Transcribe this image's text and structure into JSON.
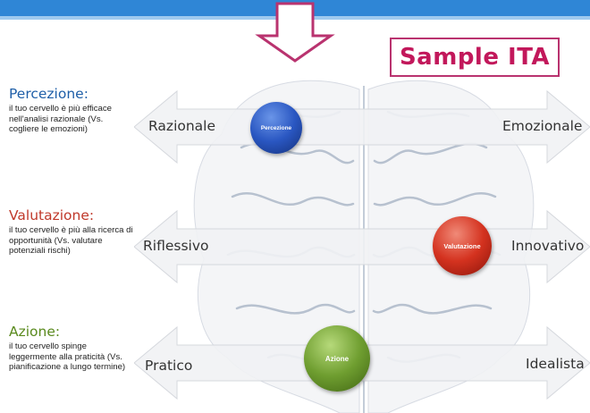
{
  "header": {
    "tag_label": "Sample ITA",
    "colors": {
      "bar": "#2f86d6",
      "tag": "#c2185b",
      "arrow": "#b9336f"
    }
  },
  "sections": [
    {
      "title": "Percezione:",
      "description": "il tuo cervello è più efficace nell'analisi razionale (Vs. cogliere le emozioni)",
      "color": "#1f5fa8"
    },
    {
      "title": "Valutazione:",
      "description": "il tuo cervello è più alla ricerca di opportunità (Vs. valutare potenziali rischi)",
      "color": "#c0392b"
    },
    {
      "title": "Azione:",
      "description": "il tuo cervello spinge leggermente alla praticità (Vs. pianificazione a lungo termine)",
      "color": "#5a8a1e"
    }
  ],
  "scales": [
    {
      "left": "Razionale",
      "right": "Emozionale",
      "marker": "Percezione",
      "marker_color": "#2a57c2"
    },
    {
      "left": "Riflessivo",
      "right": "Innovativo",
      "marker": "Valutazione",
      "marker_color": "#d4321f"
    },
    {
      "left": "Pratico",
      "right": "Idealista",
      "marker": "Azione",
      "marker_color": "#6f9e30"
    }
  ]
}
